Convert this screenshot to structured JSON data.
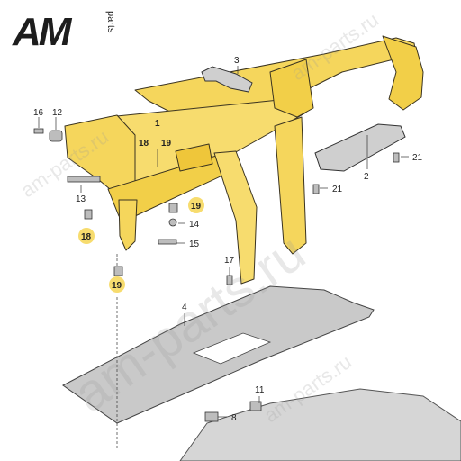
{
  "brand": {
    "logo_text": "AM",
    "logo_sub": "parts",
    "logo_color": "#1d1d1d"
  },
  "watermarks": [
    "am-parts.ru",
    "am-parts.ru",
    "am-parts.ru",
    "am-parts.ru"
  ],
  "callouts": {
    "c1": "1",
    "c18a": "18",
    "c19a": "19",
    "c2": "2",
    "c3": "3",
    "c4": "4",
    "c8": "8",
    "c11": "11",
    "c12": "12",
    "c13": "13",
    "c14": "14",
    "c15": "15",
    "c16": "16",
    "c17": "17",
    "c18b": "18",
    "c19b": "19",
    "c19c": "19",
    "c21a": "21",
    "c21b": "21"
  },
  "colors": {
    "frame": "#f5d65c",
    "frame_stroke": "#3a3320",
    "badge": "#f7dc6e",
    "panel": "#c9c9c9",
    "part": "#bdbdbd"
  }
}
